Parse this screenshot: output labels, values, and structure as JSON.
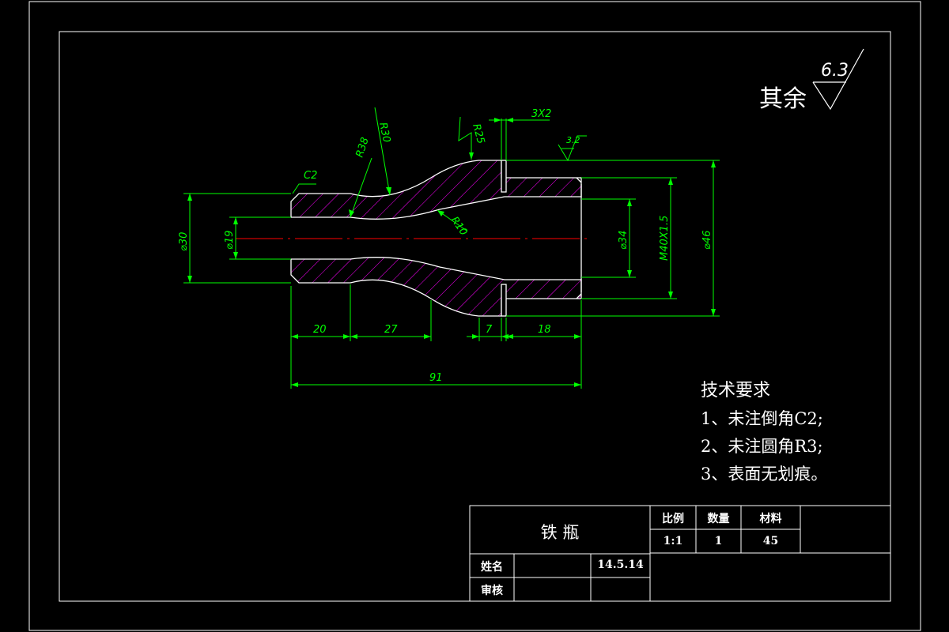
{
  "roughness": {
    "rest_label": "其余",
    "rest_value": "6.3",
    "surface_value": "3.2"
  },
  "dimensions": {
    "chamfer": "C2",
    "r38": "R38",
    "r30": "R30",
    "r25": "R25",
    "r10": "R10",
    "groove": "3X2",
    "dia30": "⌀30",
    "dia19": "⌀19",
    "dia34": "⌀34",
    "thread": "M40X1.5",
    "dia46": "⌀46",
    "len20": "20",
    "len27": "27",
    "len7": "7",
    "len18": "18",
    "len91": "91"
  },
  "requirements": {
    "title": "技术要求",
    "items": [
      "1、未注倒角C2;",
      "2、未注圆角R3;",
      "3、表面无划痕。"
    ]
  },
  "title_block": {
    "part_name": "铁 瓶",
    "scale_label": "比例",
    "scale_value": "1:1",
    "qty_label": "数量",
    "qty_value": "1",
    "material_label": "材料",
    "material_value": "45",
    "name_label": "姓名",
    "date": "14.5.14",
    "review_label": "审核"
  },
  "colors": {
    "background": "#000000",
    "outline": "#ffffff",
    "dimension": "#00ff00",
    "hatch": "#ff00ff",
    "centerline": "#ff0000"
  }
}
